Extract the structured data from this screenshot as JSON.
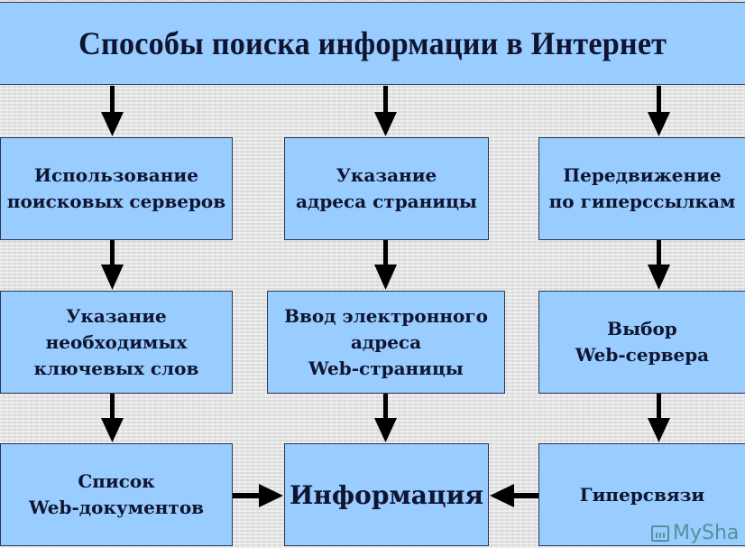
{
  "title": "Способы поиска информации в Интернет",
  "columns": [
    {
      "steps": [
        "Использование\nпоисковых серверов",
        "Указание\nнеобходимых\nключевых слов",
        "Список\nWeb-документов"
      ]
    },
    {
      "steps": [
        "Указание\nадреса страницы",
        "Ввод электронного\nадреса\nWeb-страницы"
      ]
    },
    {
      "steps": [
        "Передвижение\nпо гиперссылкам",
        "Выбор\nWeb-сервера",
        "Гиперсвязи"
      ]
    }
  ],
  "result": "Информация",
  "watermark": "MySha",
  "colors": {
    "box_fill": "#99ccff",
    "box_border": "#2a3550",
    "text": "#0f1530",
    "arrow": "#000000"
  }
}
